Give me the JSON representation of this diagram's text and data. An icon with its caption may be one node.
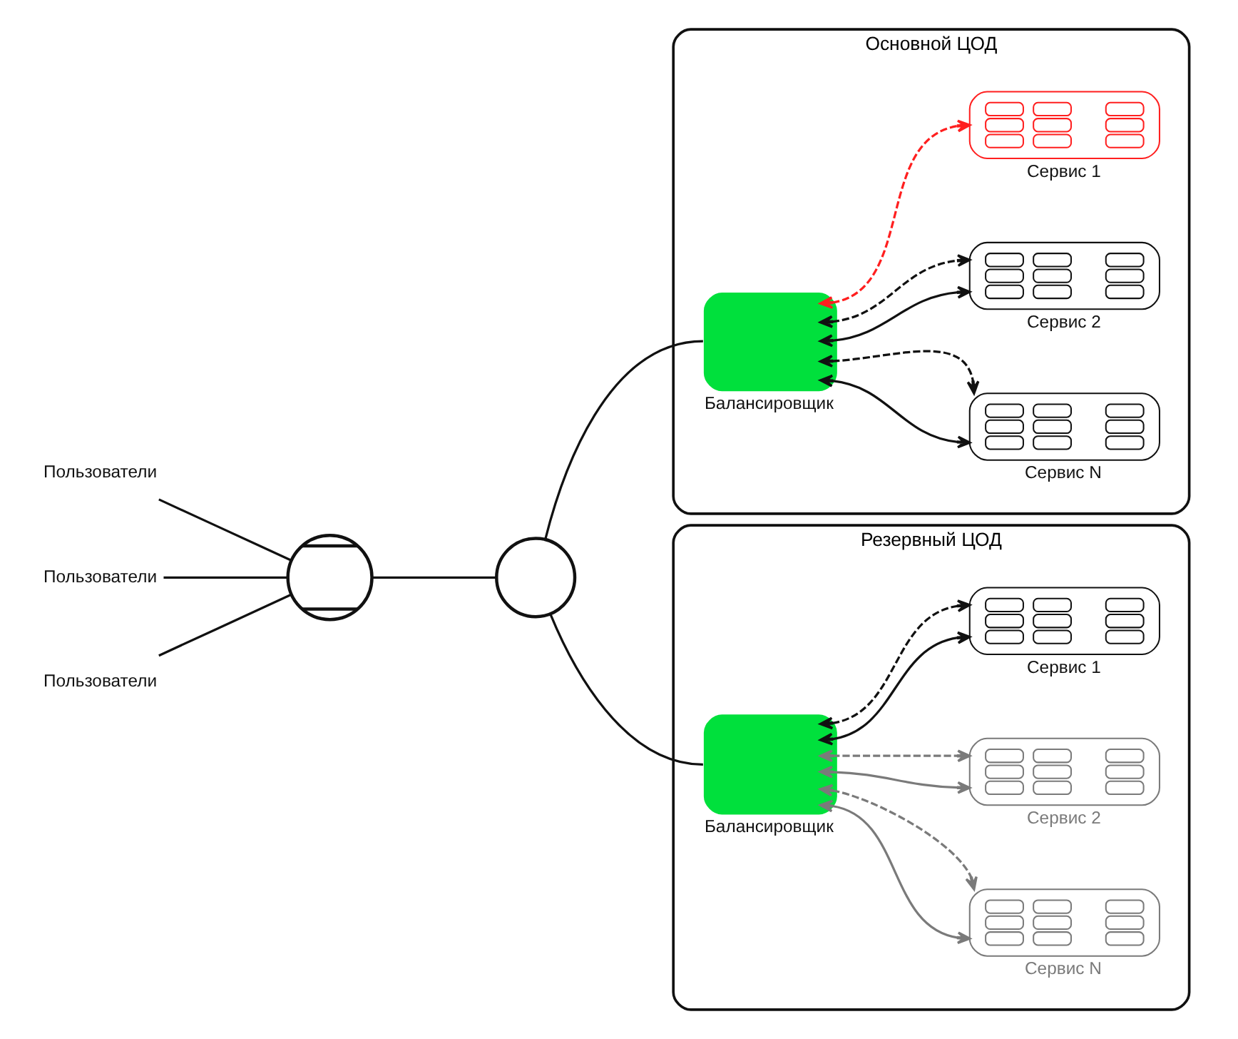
{
  "diagram": {
    "nodes": [
      {
        "text": [
          "Пользователи"
        ]
      },
      {
        "text": [
          "Пользователи"
        ]
      },
      {
        "text": [
          "Пользователи"
        ]
      },
      {
        "text": [],
        "shape": "globe"
      },
      {
        "text": [],
        "shape": "circle"
      },
      {
        "text": [
          "Основной ЦОД"
        ]
      },
      {
        "text": [
          "Балансировщик"
        ],
        "in": 5
      },
      {
        "text": [
          "Сервис 1"
        ],
        "in": 5
      },
      {
        "text": [
          "Сервис 2"
        ],
        "in": 5
      },
      {
        "text": [
          "Сервис N"
        ],
        "in": 5
      },
      {
        "text": [
          "Резервный ЦОД"
        ]
      },
      {
        "text": [
          "Балансировщик"
        ],
        "in": 10
      },
      {
        "text": [
          "Сервис 1"
        ],
        "in": 10
      },
      {
        "text": [
          "Сервис 2"
        ],
        "in": 10
      },
      {
        "text": [
          "Сервис N"
        ],
        "in": 10
      }
    ],
    "edges": [
      {
        "from": 0,
        "to": 3,
        "arrow": "none"
      },
      {
        "from": 1,
        "to": 3,
        "arrow": "none"
      },
      {
        "from": 2,
        "to": 3,
        "arrow": "none"
      },
      {
        "from": 3,
        "to": 4,
        "arrow": "none"
      },
      {
        "from": 4,
        "to": 6,
        "arrow": "none"
      },
      {
        "from": 4,
        "to": 11,
        "arrow": "none"
      },
      {
        "from": 6,
        "to": 7,
        "arrow": "both",
        "style": "dashed",
        "color": "#ff1f1f"
      },
      {
        "from": 6,
        "to": 8,
        "arrow": "both",
        "style": "dashed"
      },
      {
        "from": 6,
        "to": 8,
        "arrow": "both"
      },
      {
        "from": 6,
        "to": 9,
        "arrow": "both",
        "style": "dashed"
      },
      {
        "from": 6,
        "to": 9,
        "arrow": "both"
      },
      {
        "from": 11,
        "to": 12,
        "arrow": "both",
        "style": "dashed"
      },
      {
        "from": 11,
        "to": 12,
        "arrow": "both"
      },
      {
        "from": 11,
        "to": 13,
        "arrow": "both",
        "style": "dashed",
        "color": "#7a7a7a"
      },
      {
        "from": 11,
        "to": 13,
        "arrow": "both",
        "color": "#7a7a7a"
      },
      {
        "from": 11,
        "to": 14,
        "arrow": "both",
        "style": "dashed",
        "color": "#7a7a7a"
      },
      {
        "from": 11,
        "to": 14,
        "arrow": "both",
        "color": "#7a7a7a"
      }
    ]
  }
}
